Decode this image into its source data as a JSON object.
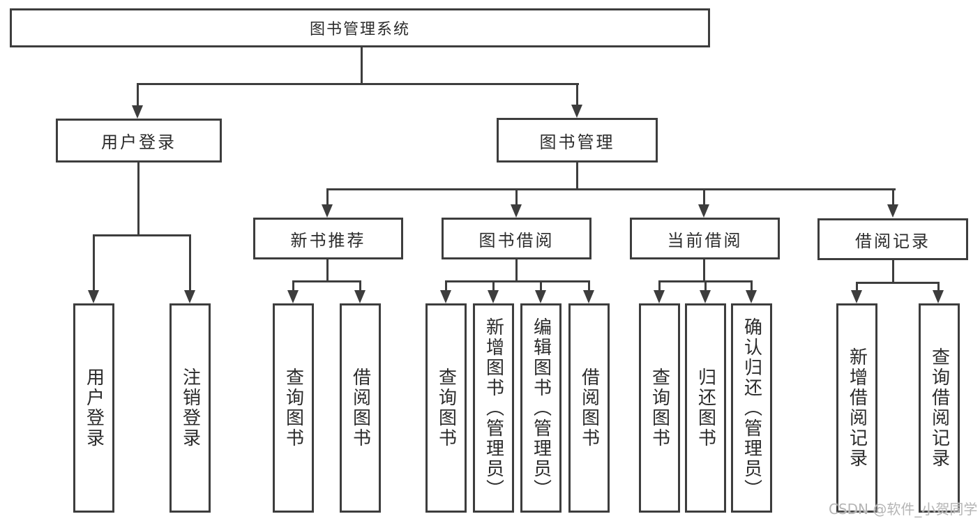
{
  "tree": {
    "root": {
      "label": "图书管理系统"
    },
    "branches": [
      {
        "label": "用户登录",
        "children": [
          {
            "label": "用户登录"
          },
          {
            "label": "注销登录"
          }
        ]
      },
      {
        "label": "图书管理",
        "children": [
          {
            "label": "新书推荐",
            "children": [
              {
                "label": "查询图书"
              },
              {
                "label": "借阅图书"
              }
            ]
          },
          {
            "label": "图书借阅",
            "children": [
              {
                "label": "查询图书"
              },
              {
                "label": "新增图书（管理员）"
              },
              {
                "label": "编辑图书（管理员）"
              },
              {
                "label": "借阅图书"
              }
            ]
          },
          {
            "label": "当前借阅",
            "children": [
              {
                "label": "查询图书"
              },
              {
                "label": "归还图书"
              },
              {
                "label": "确认归还（管理员）"
              }
            ]
          },
          {
            "label": "借阅记录",
            "children": [
              {
                "label": "新增借阅记录"
              },
              {
                "label": "查询借阅记录"
              }
            ]
          }
        ]
      }
    ]
  },
  "watermark": "CSDN @软件_小贺同学",
  "colors": {
    "line": "#3d3d3d",
    "text": "#2b2b2b",
    "watermark": "#b5b5b5",
    "background": "#ffffff"
  }
}
